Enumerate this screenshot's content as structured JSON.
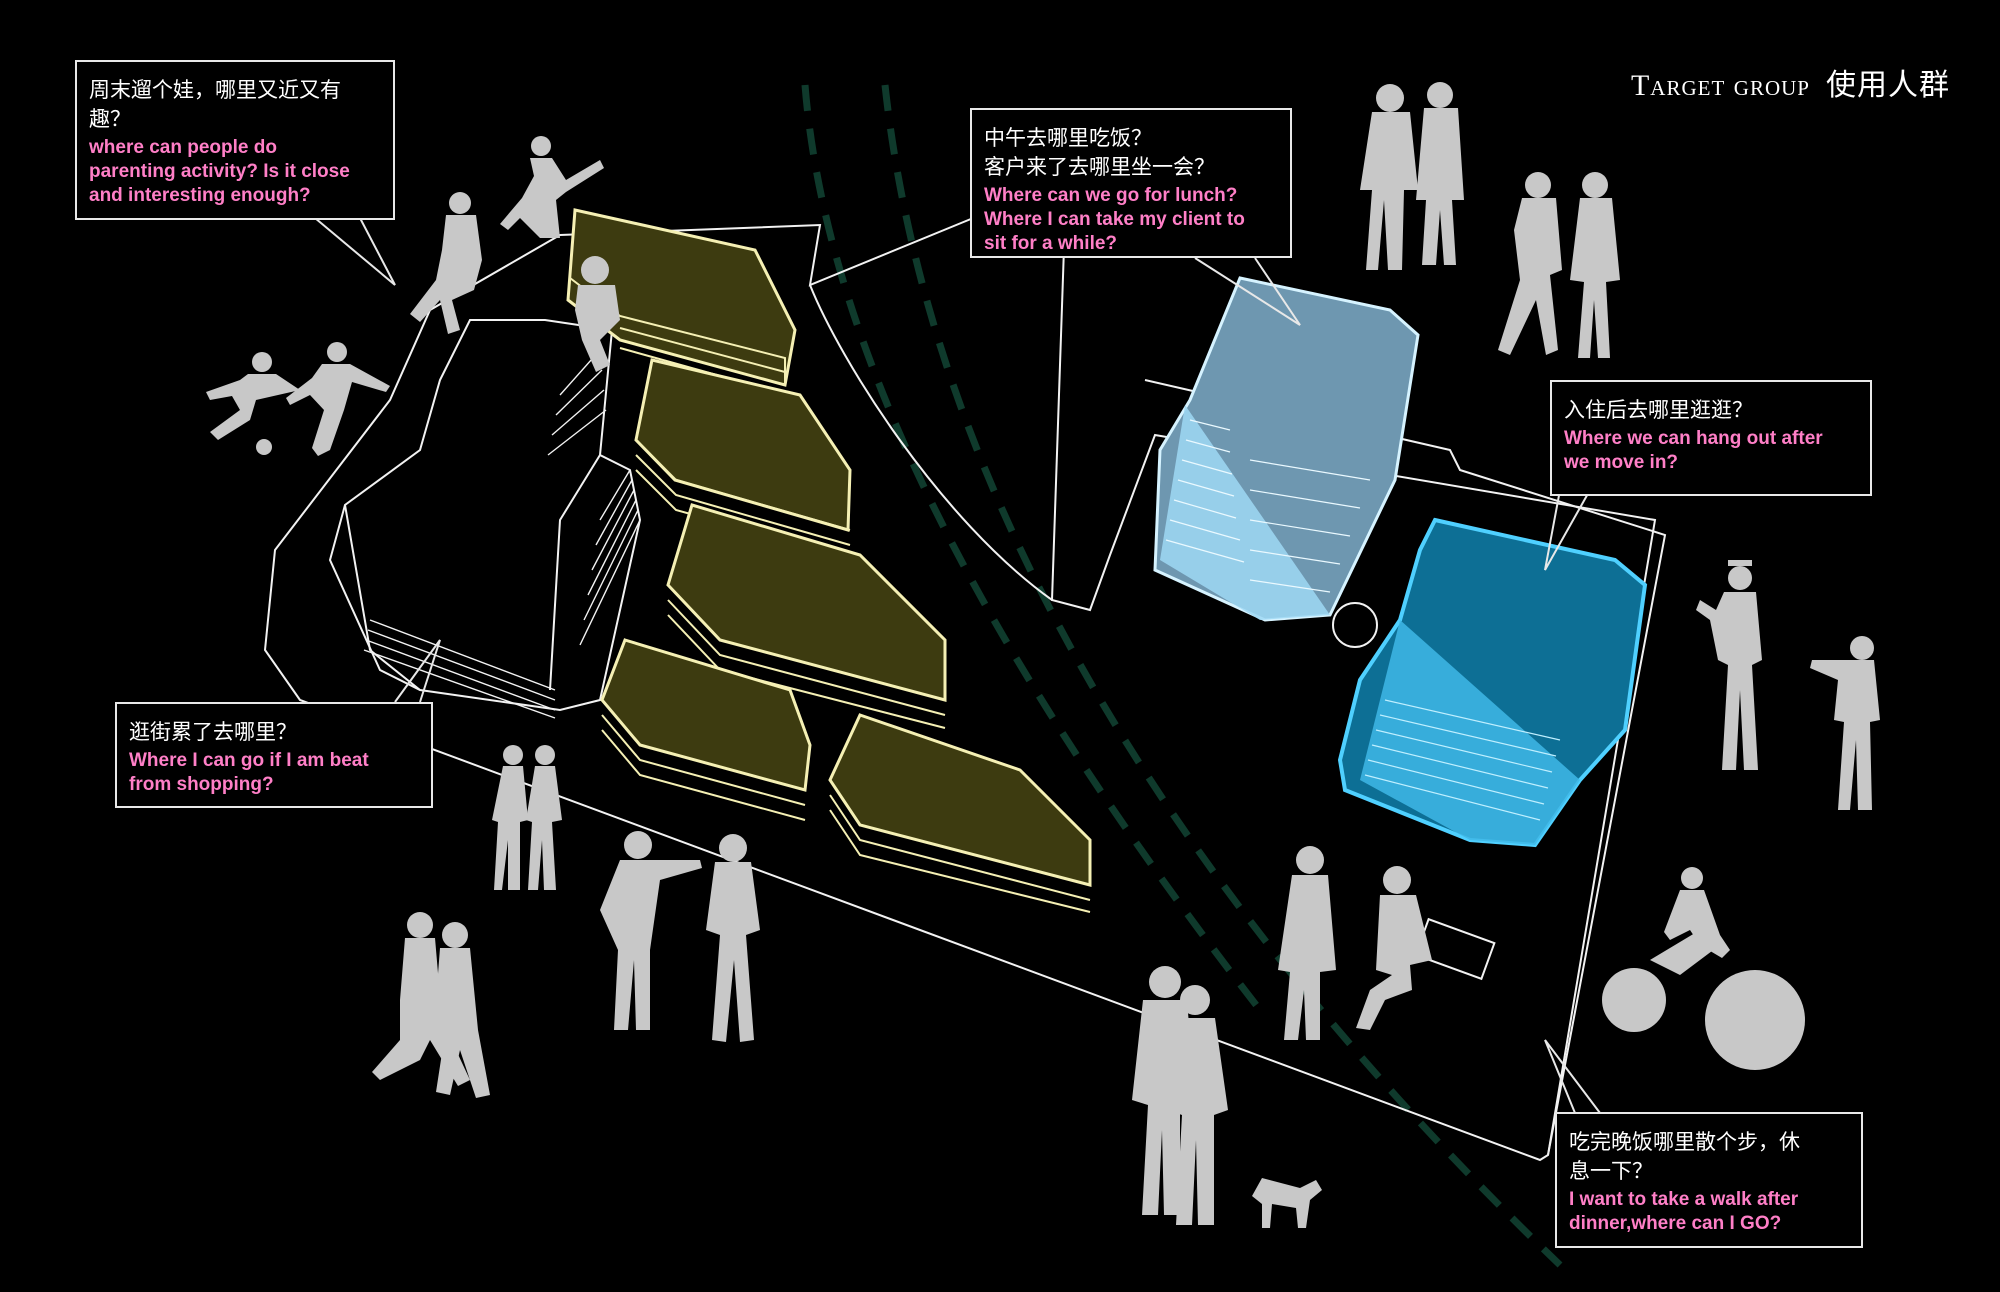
{
  "header": {
    "title_en": "Target group",
    "title_zh": "使用人群"
  },
  "callouts": [
    {
      "id": "parenting",
      "zh": "周末遛个娃，哪里又近又有趣？",
      "en": "where can people do\nparenting activity?  Is it close\nand interesting enough?"
    },
    {
      "id": "lunch",
      "zh": "中午去哪里吃饭？\n客户来了去哪里坐一会？",
      "en": "Where can we go for lunch?\nWhere I can take my client to\nsit for a while?"
    },
    {
      "id": "hangout",
      "zh": "入住后去哪里逛逛？",
      "en": "Where we can hang out after\nwe move in?"
    },
    {
      "id": "shopping",
      "zh": "逛街累了去哪里？",
      "en": "Where I can go if I am beat\nfrom shopping?"
    },
    {
      "id": "walk",
      "zh": "吃完晚饭哪里散个步，休\n息一下？",
      "en": "I want to take a walk after\ndinner,where can I GO?"
    }
  ],
  "colors": {
    "background": "#000000",
    "callout_english": "#ff7fc7",
    "commercial_building": "#3d3b10",
    "commercial_edge": "#f5f0b4",
    "office_tower": "#6e97b0",
    "office_edge": "#b8e8ff",
    "residential_tower": "#0d6f95",
    "residential_edge": "#4fd0ff",
    "route_dash": "#0f3a2c",
    "silhouette": "#c8c8c8"
  },
  "icons": [
    "person-silhouette-icon",
    "bicycle-icon",
    "dog-icon",
    "football-icon"
  ]
}
